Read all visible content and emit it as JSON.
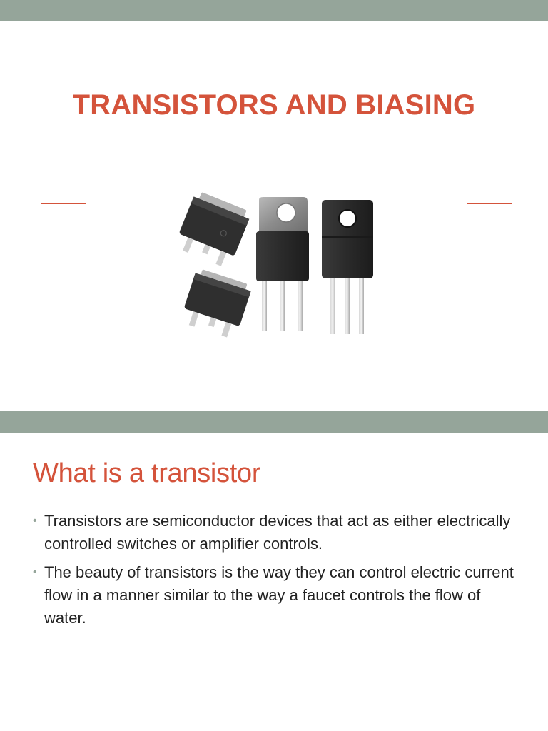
{
  "colors": {
    "accent": "#d4533b",
    "bar": "#95a59a",
    "text": "#222222",
    "background": "#ffffff"
  },
  "slide1": {
    "title": "TRANSISTORS AND BIASING",
    "image": {
      "icon": "transistor-photo"
    }
  },
  "slide2": {
    "heading": "What is a transistor",
    "bullets": [
      "Transistors are semiconductor devices that act as either electrically controlled switches or amplifier controls.",
      "The beauty of transistors is the way they can control electric current flow in a manner similar to the way a faucet controls the flow of water."
    ],
    "bullet_glyph": "•"
  }
}
